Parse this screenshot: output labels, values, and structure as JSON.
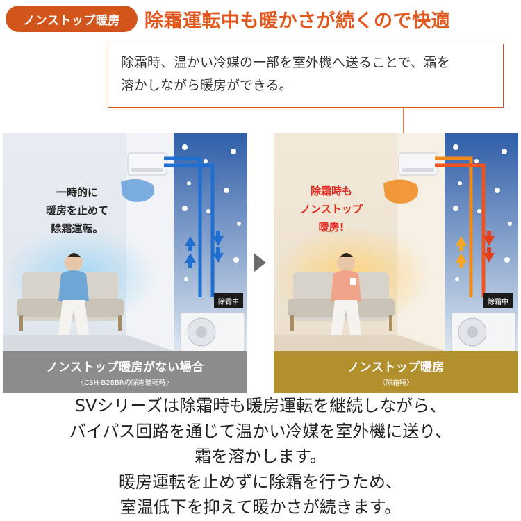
{
  "header": {
    "badge": "ノンストップ暖房",
    "title": "除霜運転中も暖かさが続くので快適"
  },
  "callout": {
    "lines": [
      "除霜時、温かい冷媒の一部を室外機へ送ることで、霜を",
      "溶かしながら暖房ができる。"
    ]
  },
  "panel_left": {
    "text_lines": [
      "一時的に",
      "暖房を止めて",
      "除霜運転。"
    ],
    "defrost_tag": "除霜中",
    "caption": "ノンストップ暖房がない場合",
    "caption_sub": "〈CSH-B28BRの除霜運転時〉"
  },
  "panel_right": {
    "text_lines": [
      "除霜時も",
      "ノンストップ",
      "暖房!"
    ],
    "defrost_tag": "除霜中",
    "caption": "ノンストップ暖房",
    "caption_sub": "〈除霜時〉"
  },
  "bottom_text": [
    "SVシリーズは除霜時も暖房運転を継続しながら、",
    "バイパス回路を通じて温かい冷媒を室外機に送り、",
    "霜を溶かします。",
    "暖房運転を止めずに除霜を行うため、",
    "室温低下を抑えて暖かさが続きます。"
  ],
  "colors": {
    "accent": "#d2561c",
    "cold_pipe": "#1f6fd0",
    "warm_pipe": "#f08a1c",
    "hot_arrow": "#e53e1f",
    "caption_left_bg": "#8c8c8c",
    "caption_right_bg": "#b3902e"
  }
}
